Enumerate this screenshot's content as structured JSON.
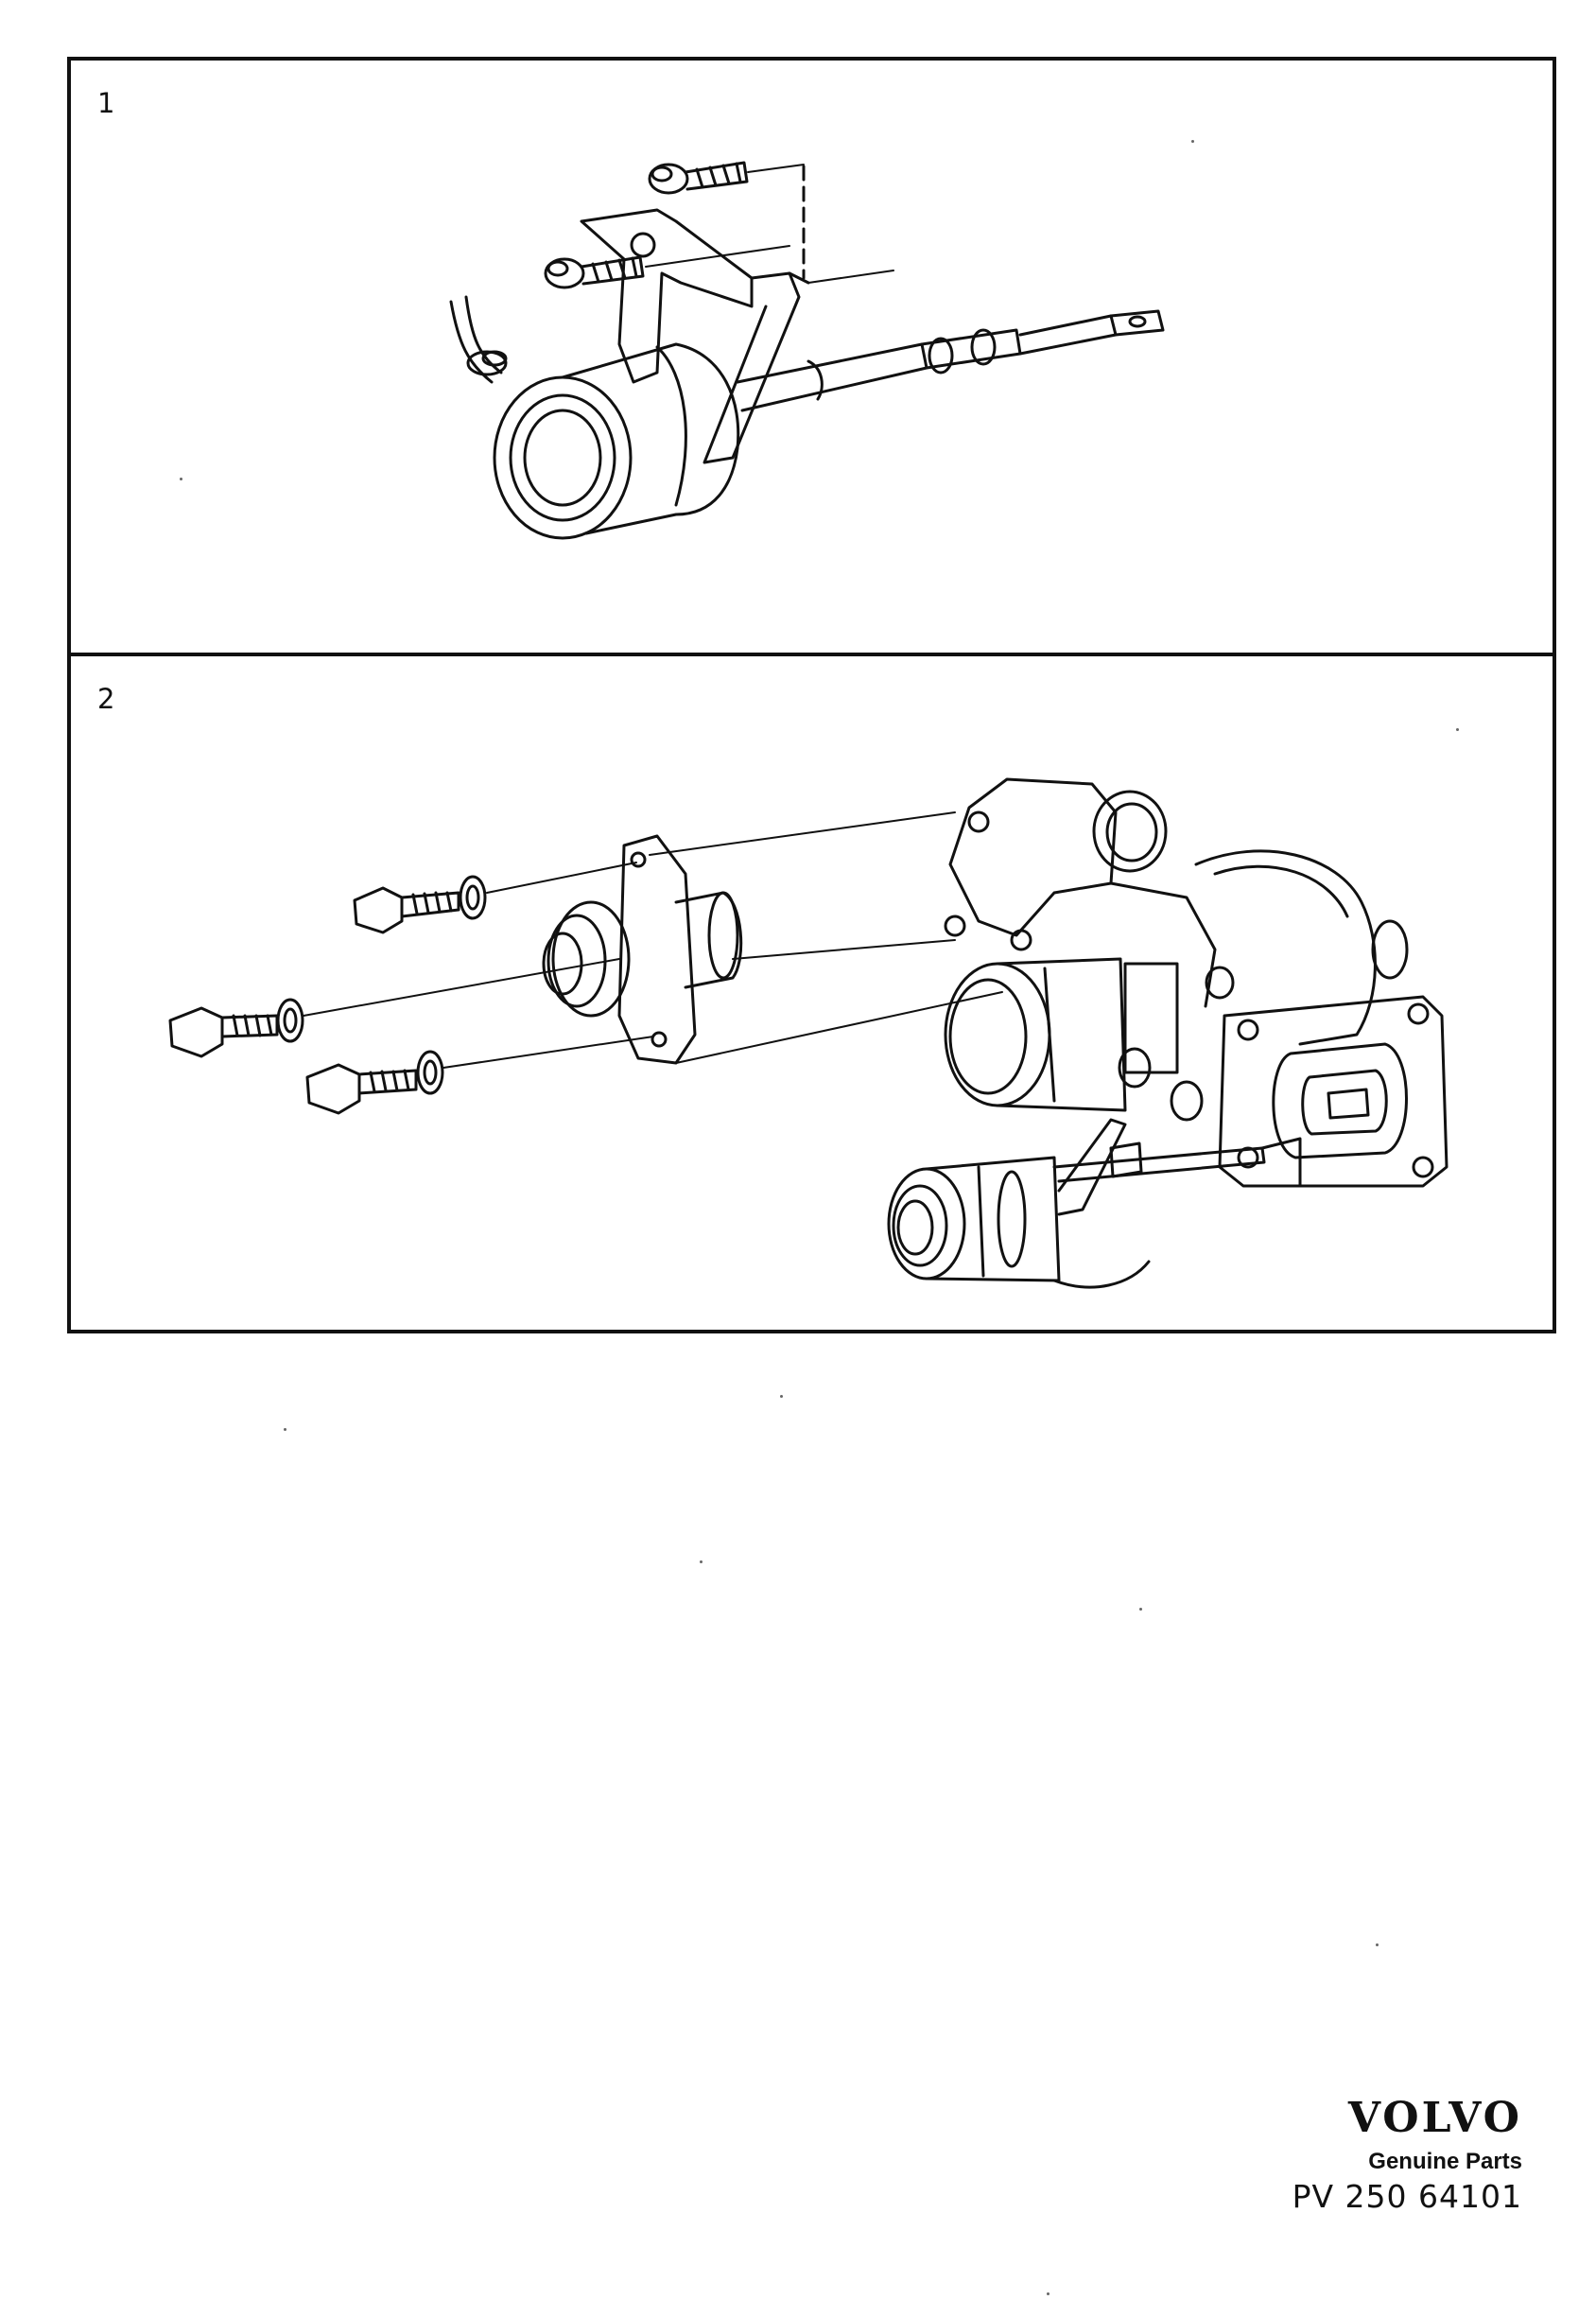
{
  "panels": [
    {
      "label": "1",
      "content": "actuator-assembly"
    },
    {
      "label": "2",
      "content": "turbocharger-assembly"
    }
  ],
  "brand": {
    "logo": "VOLVO",
    "subtitle": "Genuine Parts",
    "code": "PV 250 64101"
  },
  "colors": {
    "ink": "#111111",
    "paper": "#ffffff"
  }
}
